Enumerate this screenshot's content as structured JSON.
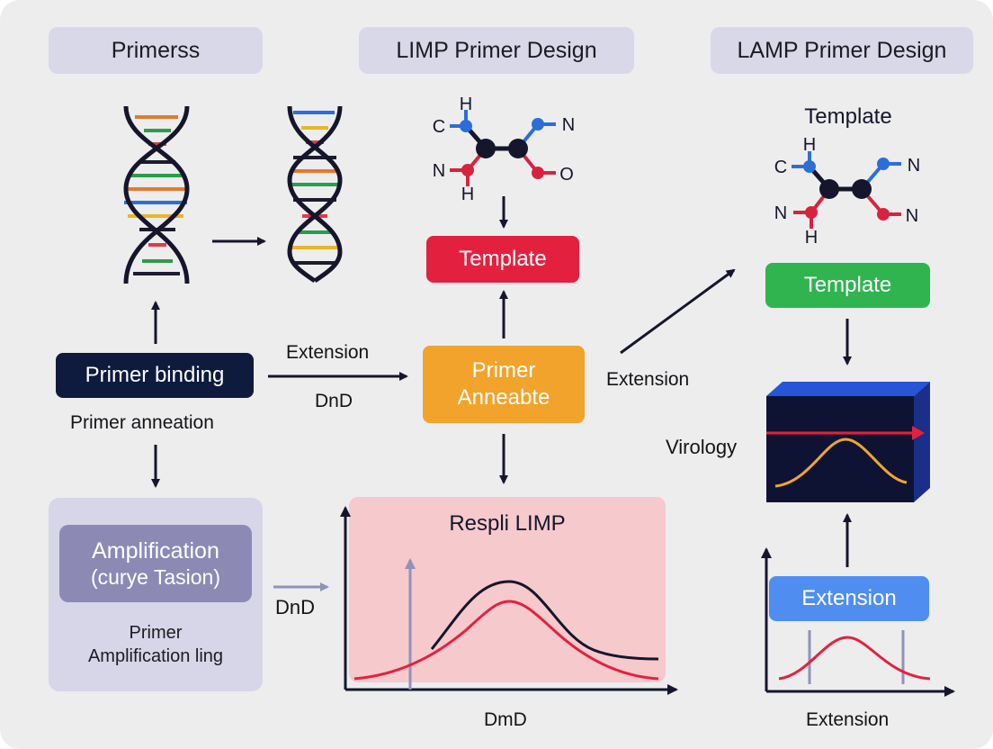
{
  "headers": {
    "col1": "Primerss",
    "col2": "LIMP Primer Design",
    "col3": "LAMP Primer Design"
  },
  "col1": {
    "primer_binding": "Primer binding",
    "primer_anneation": "Primer anneation",
    "amplification_line1": "Amplification",
    "amplification_line2": "(curye Tasion)",
    "amp_caption_line1": "Primer",
    "amp_caption_line2": "Amplification ling"
  },
  "middle": {
    "extension": "Extension",
    "dnd_upper": "DnD",
    "dnd_lower": "DnD",
    "molecule_atoms": [
      "C",
      "H",
      "N",
      "H",
      "N",
      "O"
    ],
    "template": "Template",
    "primer_line1": "Primer",
    "primer_line2": "Anneabte",
    "chart_title": "Respli LIMP",
    "chart_xlabel": "DmD"
  },
  "right": {
    "extension_diag": "Extension",
    "template_title": "Template",
    "molecule_atoms": [
      "C",
      "H",
      "N",
      "N",
      "H",
      "N"
    ],
    "template_box": "Template",
    "virology": "Virology",
    "extension_box": "Extension",
    "chart_xlabel": "Extension"
  },
  "colors": {
    "navy": "#0f1b3d",
    "red": "#e3213f",
    "orange": "#f2a32b",
    "green": "#2fb450",
    "blue": "#4f8ef0",
    "purple_box": "#8c8ab5",
    "chart_bg": "#f6c9cc"
  }
}
